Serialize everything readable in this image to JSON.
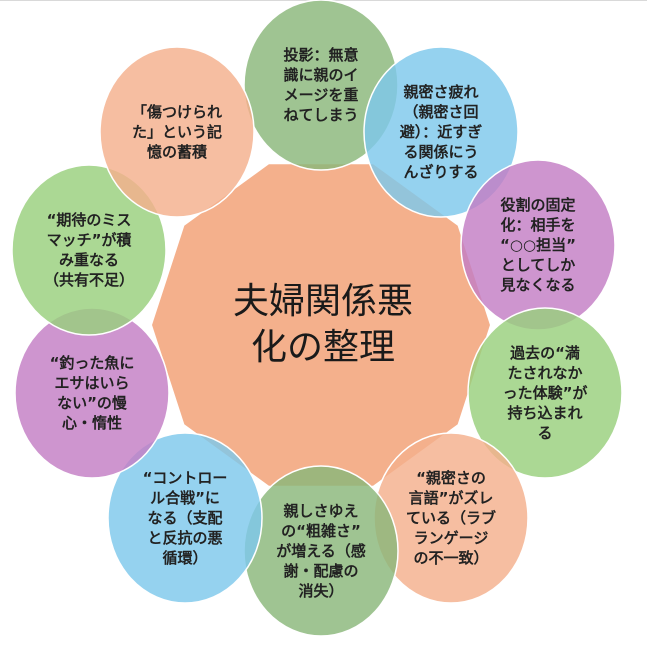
{
  "diagram": {
    "center": {
      "text": "夫婦関係悪\n化の整理",
      "color": "#f4b08c"
    },
    "nodes": [
      {
        "text": "投影：無意\n識に親のイ\nメージを重\nねてしまう",
        "color": "#8ab77a"
      },
      {
        "text": "親密さ疲れ\n（親密さ回\n避）：近すぎ\nる関係にう\nんざりする",
        "color": "#7ec8ec"
      },
      {
        "text": "役割の固定\n化：相手を\n“○○担当”\nとしてしか\n見なくなる",
        "color": "#c37ec4"
      },
      {
        "text": "過去の“満\nたされなか\nった体験”が\n持ち込まれ\nる",
        "color": "#98d07d"
      },
      {
        "text": "“親密さの\n言語”がズレ\nている（ラブ\nランゲージ\nの不一致）",
        "color": "#f4b08c"
      },
      {
        "text": "親しさゆえ\nの“粗雑さ”\nが増える（感\n謝・配慮の\n消失）",
        "color": "#8ab77a"
      },
      {
        "text": "“コントロー\nル合戦”に\nなる（支配\nと反抗の悪\n循環）",
        "color": "#7ec8ec"
      },
      {
        "text": "“釣った魚に\nエサはいら\nない”の慢\n心・惰性",
        "color": "#c37ec4"
      },
      {
        "text": "“期待のミス\nマッチ”が積\nみ重なる\n（共有不足）",
        "color": "#98d07d"
      },
      {
        "text": "「傷つけられ\nた」という記\n憶の蓄積",
        "color": "#f4b08c"
      }
    ]
  }
}
